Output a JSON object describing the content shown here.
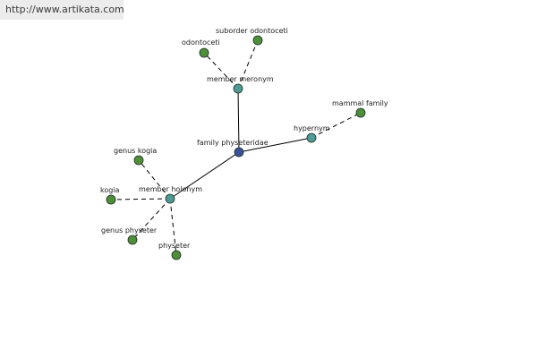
{
  "watermark": "http://www.artikata.com",
  "colors": {
    "center": "#3b4f9a",
    "relation": "#4e9a94",
    "leaf": "#4e8f3a",
    "node_stroke": "#1f2f1f"
  },
  "nodes": {
    "center": "family physeteridae",
    "meronym": "member meronym",
    "hypernym": "hypernym",
    "holonym": "member holonym",
    "odontoceti": "odontoceti",
    "suborder_odontoceti": "suborder odontoceti",
    "mammal_family": "mammal family",
    "genus_kogia": "genus kogia",
    "kogia": "kogia",
    "genus_physeter": "genus physeter",
    "physeter": "physeter"
  }
}
